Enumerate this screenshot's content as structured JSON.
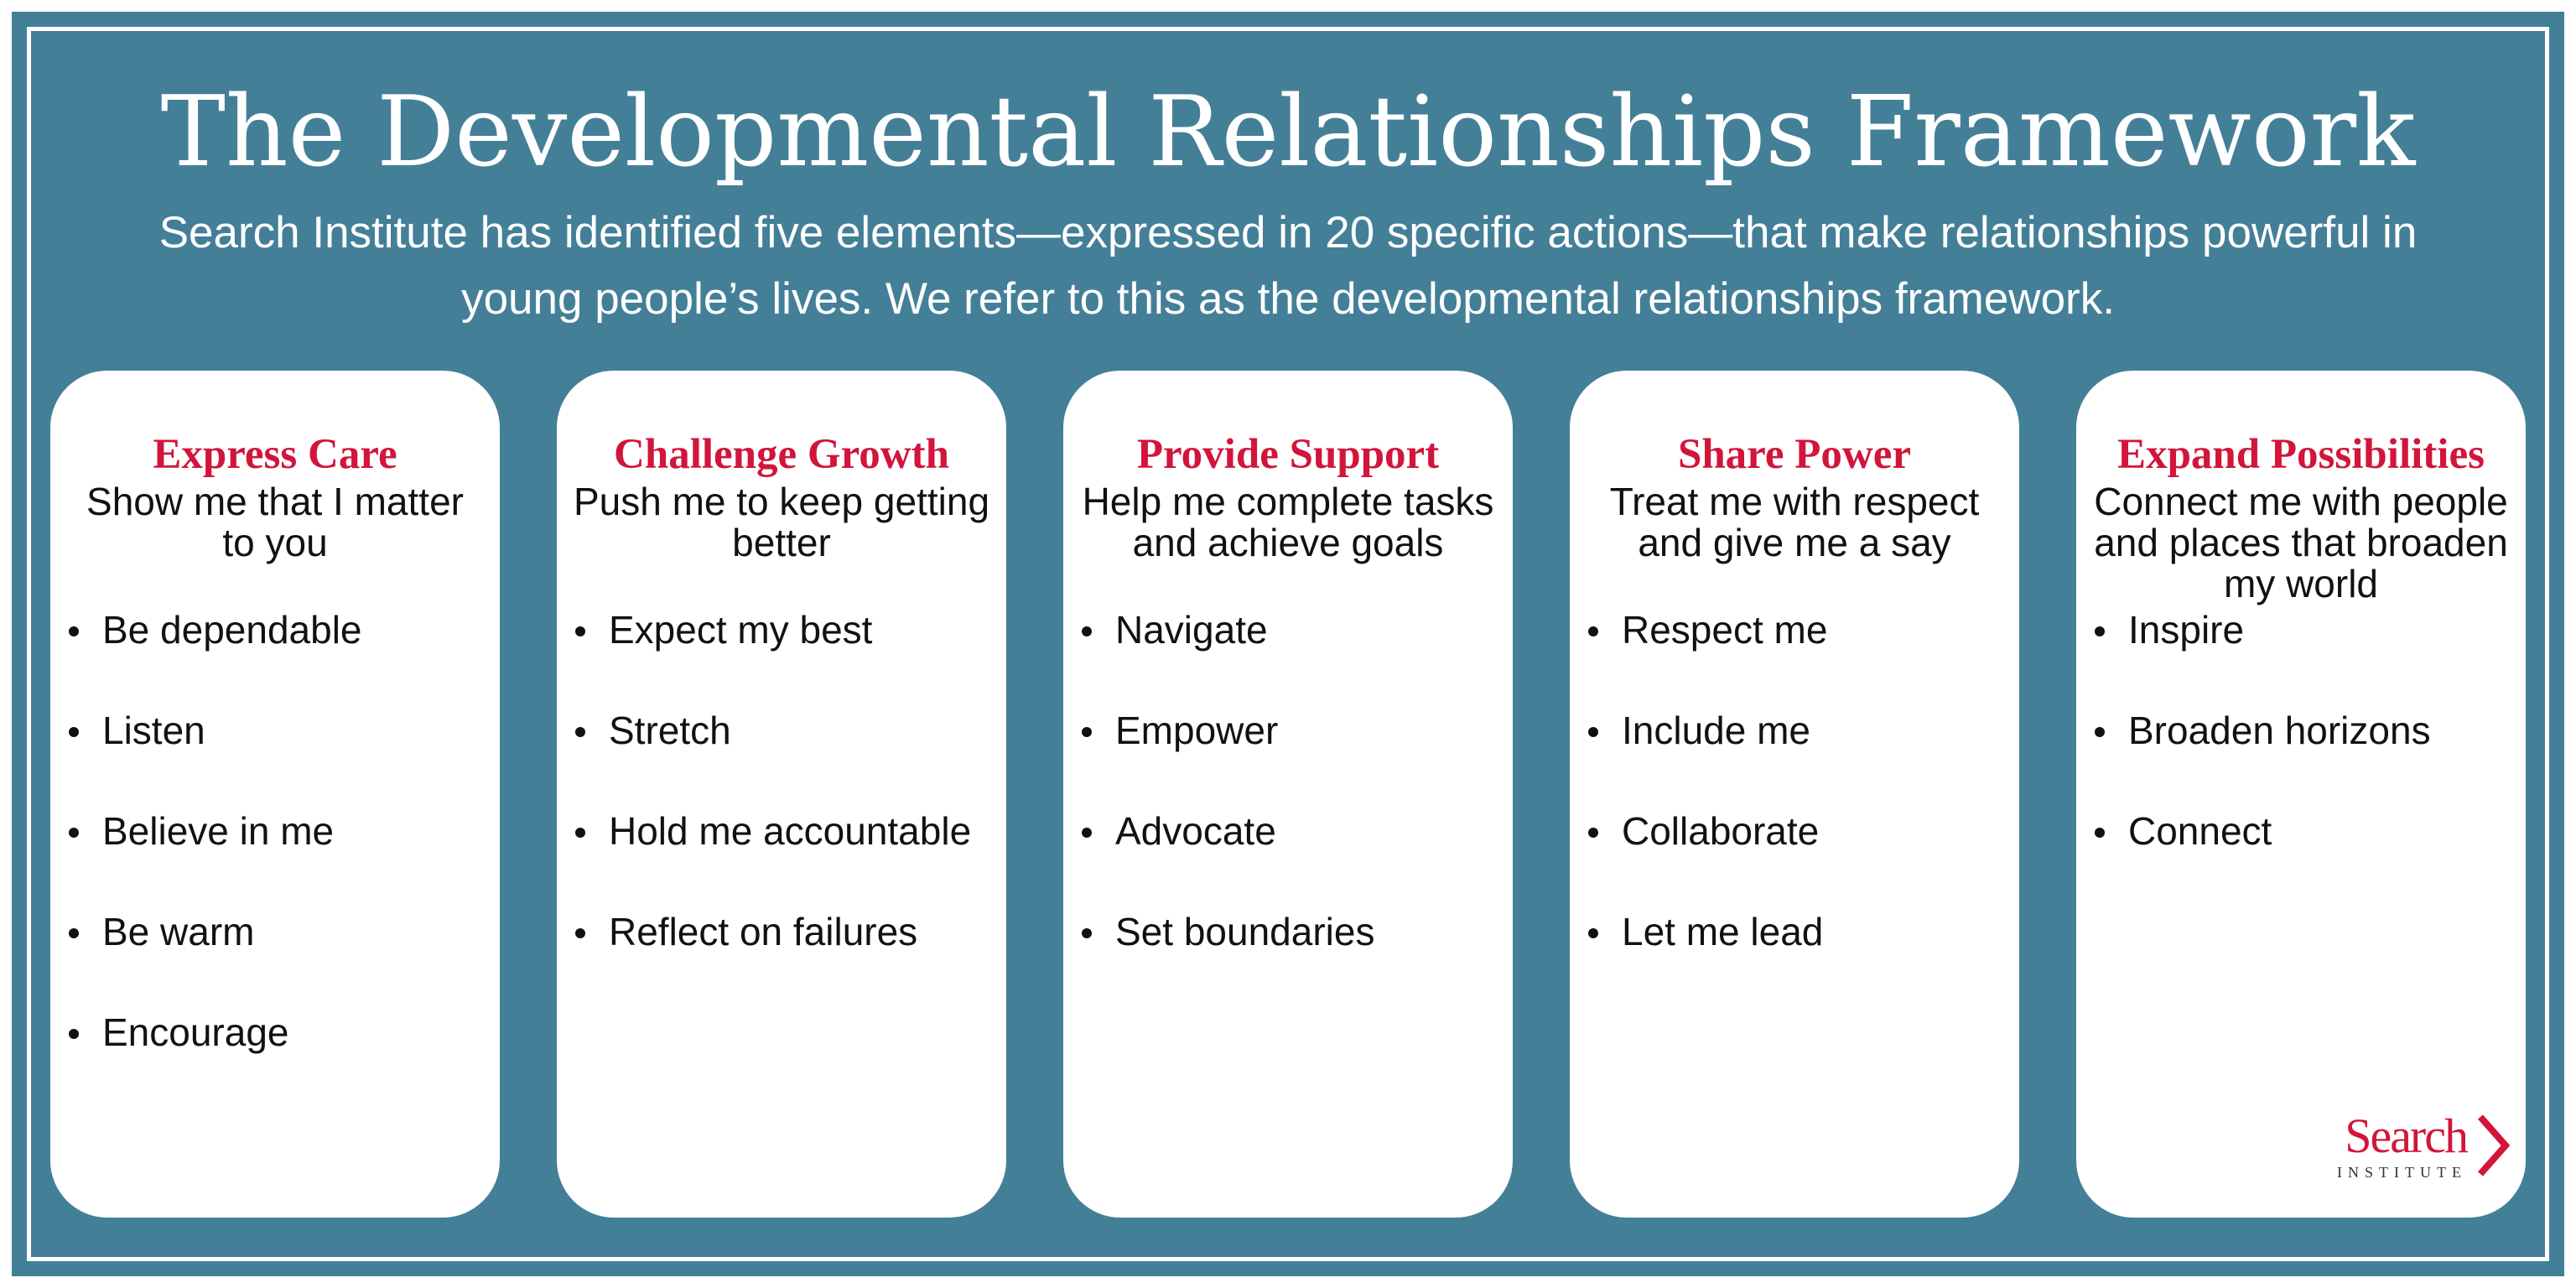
{
  "title": "The Developmental Relationships Framework",
  "subtitle": "Search Institute has identified five elements—expressed in 20 specific actions—that make relationships powerful in young people’s lives. We refer to this as the developmental relationships framework.",
  "elements": [
    {
      "title": "Express Care",
      "description": "Show me that I matter to you",
      "actions": [
        "Be dependable",
        "Listen",
        "Believe in me",
        "Be warm",
        "Encourage"
      ]
    },
    {
      "title": "Challenge Growth",
      "description": "Push me to keep getting better",
      "actions": [
        "Expect my best",
        "Stretch",
        "Hold me accountable",
        "Reflect on failures"
      ]
    },
    {
      "title": "Provide Support",
      "description": "Help me complete tasks and achieve goals",
      "actions": [
        "Navigate",
        "Empower",
        "Advocate",
        "Set boundaries"
      ]
    },
    {
      "title": "Share Power",
      "description": "Treat me with respect and give me a say",
      "actions": [
        "Respect me",
        "Include me",
        "Collaborate",
        "Let me lead"
      ]
    },
    {
      "title": "Expand Possibilities",
      "description": "Connect me with people and places that broaden my world",
      "actions": [
        "Inspire",
        "Broaden horizons",
        "Connect"
      ]
    }
  ],
  "logo": {
    "word": "Search",
    "sub": "INSTITUTE"
  },
  "colors": {
    "background": "#447f98",
    "accent": "#d1153b",
    "card": "#ffffff",
    "text": "#111111"
  }
}
